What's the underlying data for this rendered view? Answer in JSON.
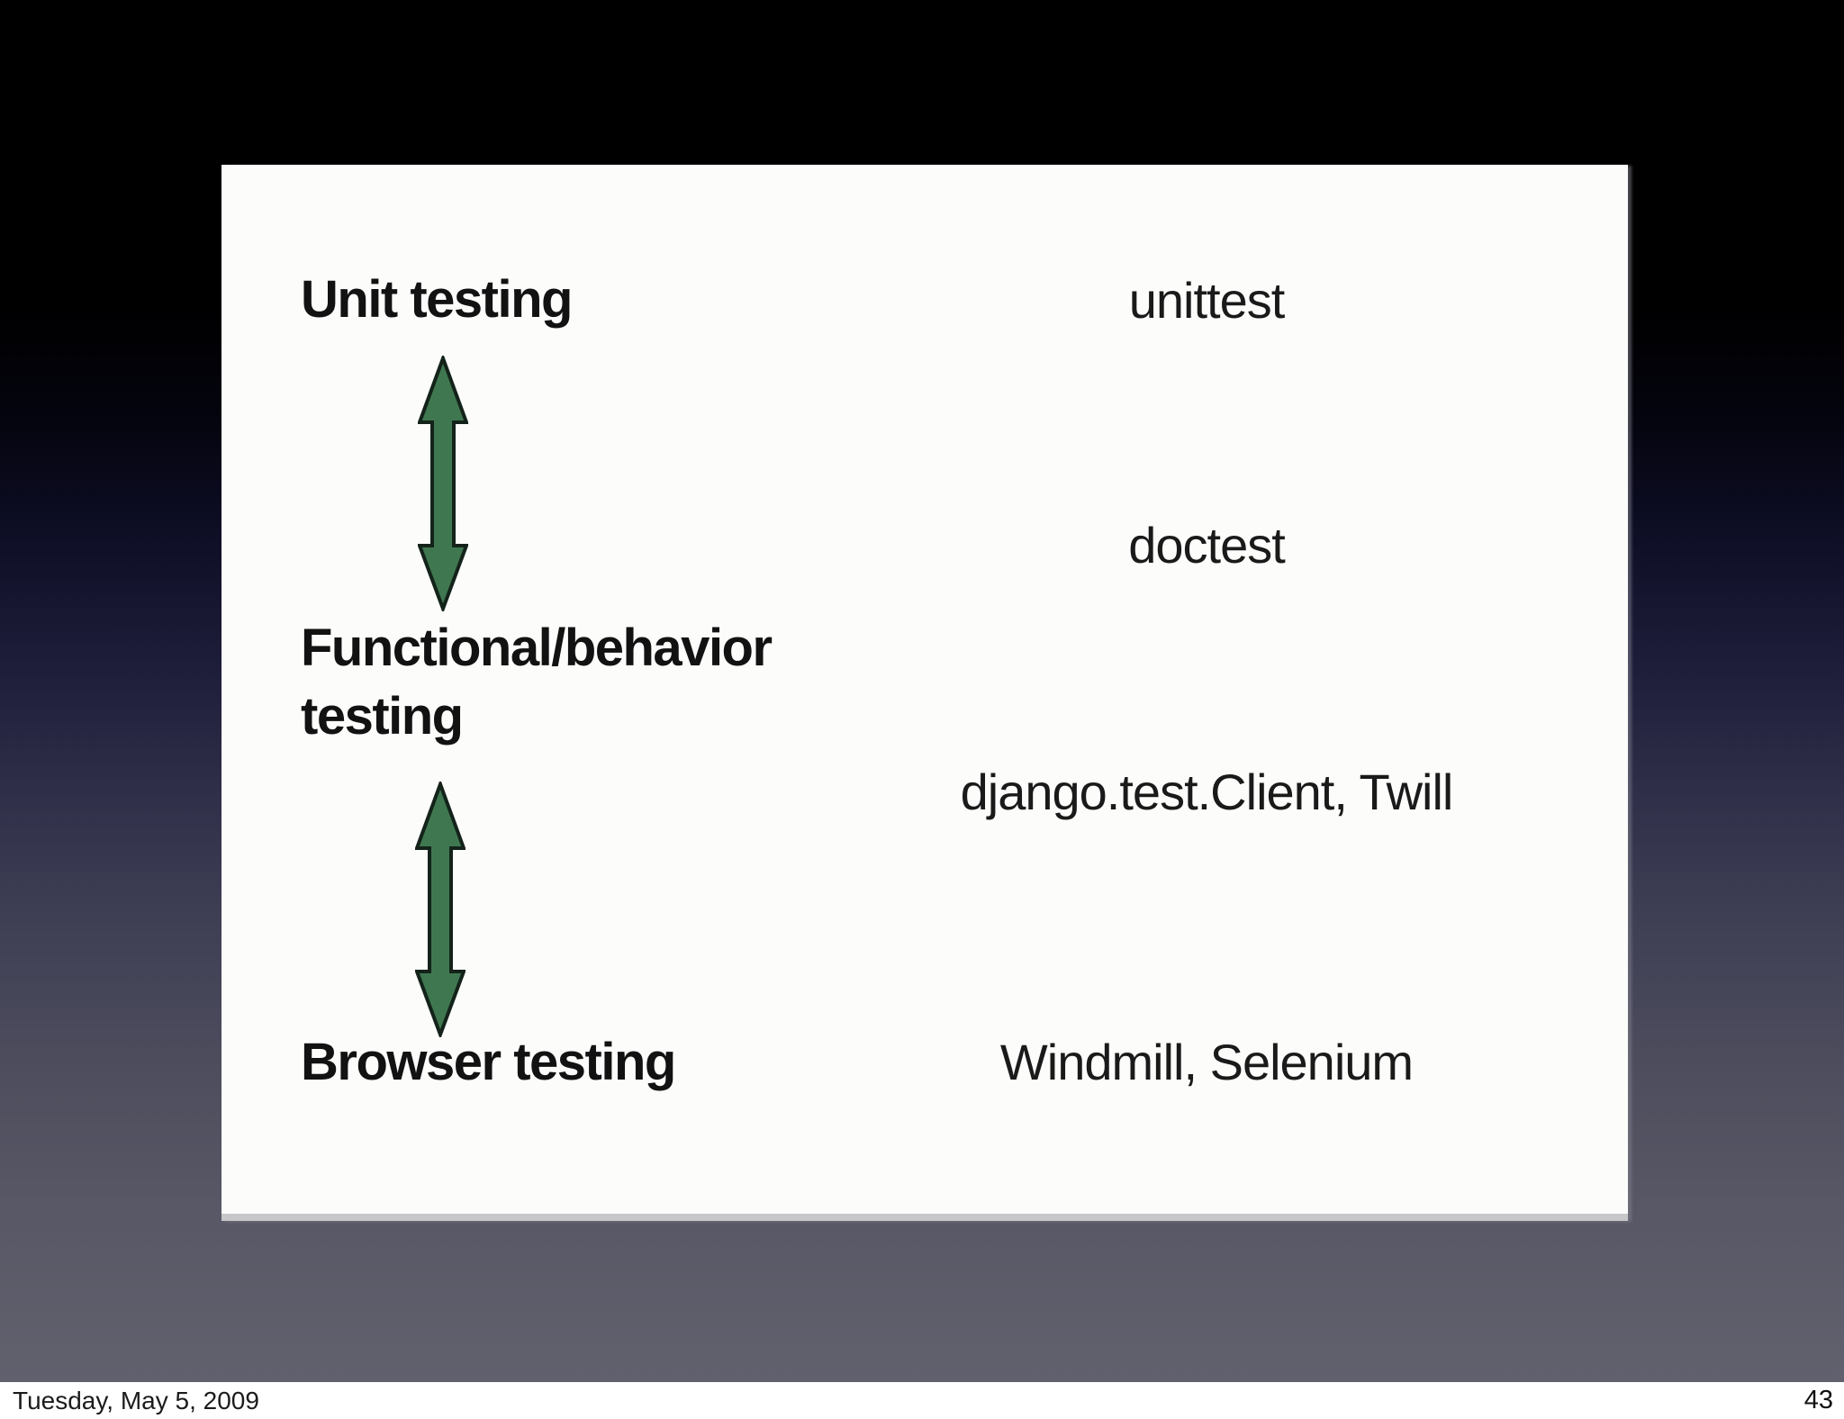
{
  "slide": {
    "diagram": {
      "left_column": [
        {
          "label": "Unit testing"
        },
        {
          "label": "Functional/behavior testing"
        },
        {
          "label": "Browser testing"
        }
      ],
      "right_column": [
        {
          "label": "unittest"
        },
        {
          "label": "doctest"
        },
        {
          "label": "django.test.Client, Twill"
        },
        {
          "label": "Windmill, Selenium"
        }
      ],
      "arrow_fill": "#3f7850",
      "arrow_outline": "#14231a"
    },
    "card_background": "#fcfcfb"
  },
  "footer": {
    "date": "Tuesday, May 5, 2009",
    "slide_number": "43"
  }
}
